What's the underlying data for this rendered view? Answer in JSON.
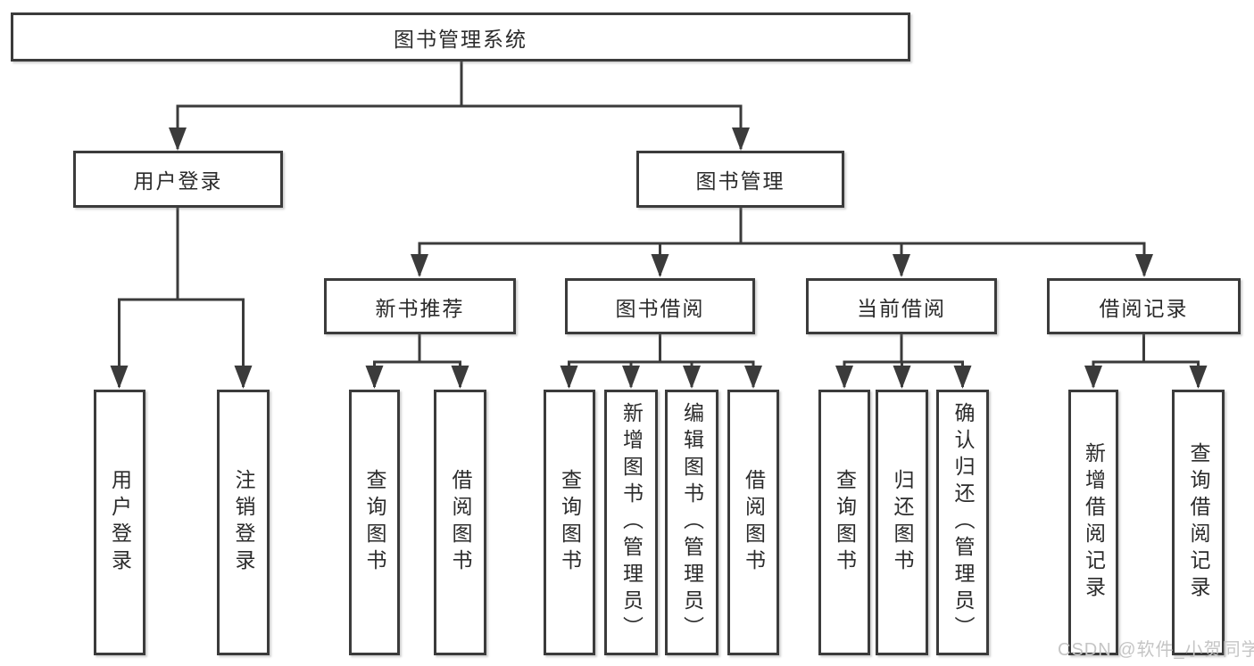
{
  "colors": {
    "line": "#3b3b3b",
    "box_border": "#3b3b3b",
    "box_background": "#ffffff",
    "text": "#2b2b2b",
    "watermark": "#c5c5c5"
  },
  "tree": {
    "root": {
      "label": "图书管理系统"
    },
    "branches": [
      {
        "label": "用户登录",
        "children": [
          {
            "label": "用户登录"
          },
          {
            "label": "注销登录"
          }
        ]
      },
      {
        "label": "图书管理",
        "sections": [
          {
            "label": "新书推荐",
            "children": [
              {
                "label": "查询图书"
              },
              {
                "label": "借阅图书"
              }
            ]
          },
          {
            "label": "图书借阅",
            "children": [
              {
                "label": "查询图书"
              },
              {
                "label": "新增图书（管理员）"
              },
              {
                "label": "编辑图书（管理员）"
              },
              {
                "label": "借阅图书"
              }
            ]
          },
          {
            "label": "当前借阅",
            "children": [
              {
                "label": "查询图书"
              },
              {
                "label": "归还图书"
              },
              {
                "label": "确认归还（管理员）"
              }
            ]
          },
          {
            "label": "借阅记录",
            "children": [
              {
                "label": "新增借阅记录"
              },
              {
                "label": "查询借阅记录"
              }
            ]
          }
        ]
      }
    ]
  },
  "watermark": "CSDN @软件_小贺同学"
}
